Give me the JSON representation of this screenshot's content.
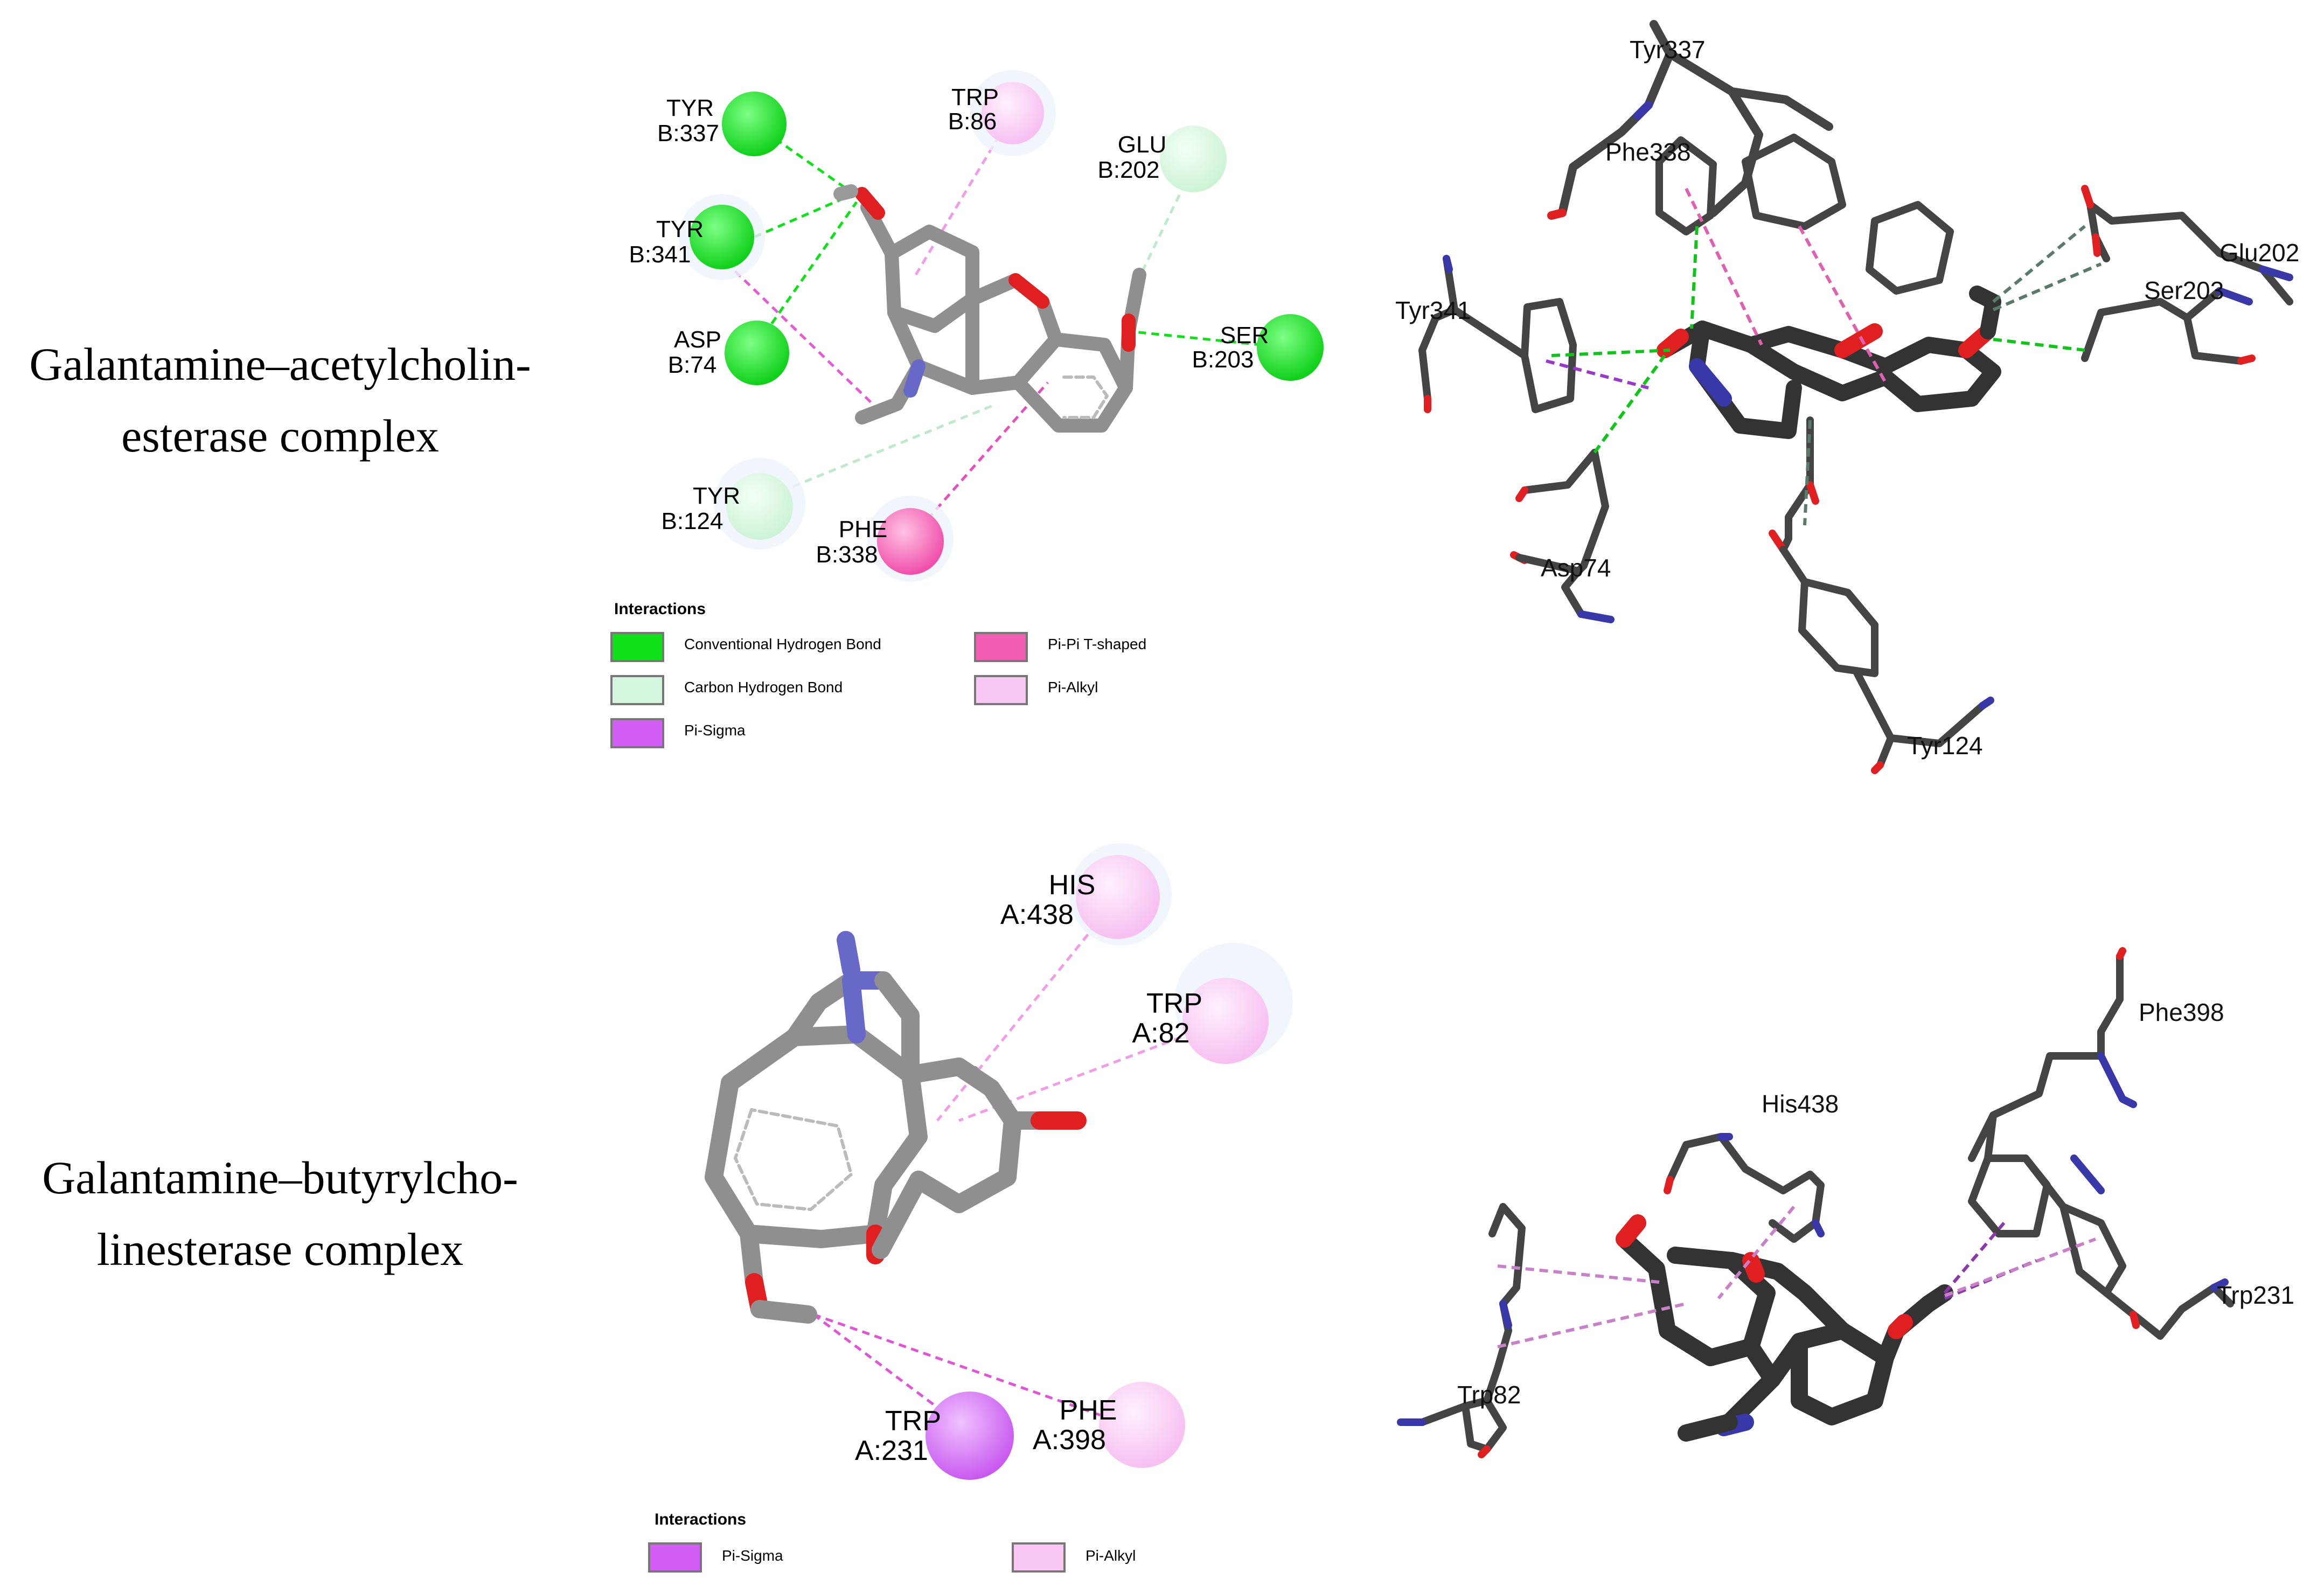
{
  "colors": {
    "conventional_hbond": "#10e01a",
    "carbon_hbond": "#d6f7df",
    "pi_sigma": "#d45df5",
    "pi_pi_tshaped": "#f35db4",
    "pi_alkyl": "#fac8f5",
    "bond_2d": "#8f8f8f",
    "bond_3d": "#444444",
    "oxygen": "#e02020",
    "nitrogen": "#3838a8"
  },
  "panels": {
    "ache": {
      "caption_line1": "Galantamine–acetylcholin-",
      "caption_line2": "esterase complex",
      "residues_2d": [
        {
          "name": "TYR",
          "id": "B:337",
          "type": "conventional_hbond"
        },
        {
          "name": "TRP",
          "id": "B:86",
          "type": "pi_alkyl"
        },
        {
          "name": "GLU",
          "id": "B:202",
          "type": "carbon_hbond"
        },
        {
          "name": "TYR",
          "id": "B:341",
          "type": "conventional_hbond"
        },
        {
          "name": "ASP",
          "id": "B:74",
          "type": "conventional_hbond"
        },
        {
          "name": "SER",
          "id": "B:203",
          "type": "conventional_hbond"
        },
        {
          "name": "TYR",
          "id": "B:124",
          "type": "carbon_hbond"
        },
        {
          "name": "PHE",
          "id": "B:338",
          "type": "pi_pi_tshaped"
        }
      ],
      "legend": {
        "title": "Interactions",
        "items": [
          {
            "label": "Conventional Hydrogen Bond",
            "type": "conventional_hbond"
          },
          {
            "label": "Pi-Pi T-shaped",
            "type": "pi_pi_tshaped"
          },
          {
            "label": "Carbon Hydrogen Bond",
            "type": "carbon_hbond"
          },
          {
            "label": "Pi-Alkyl",
            "type": "pi_alkyl"
          },
          {
            "label": "Pi-Sigma",
            "type": "pi_sigma"
          }
        ]
      },
      "labels_3d": [
        "Tyr337",
        "Phe338",
        "Glu202",
        "Ser203",
        "Tyr341",
        "Asp74",
        "Tyr124"
      ]
    },
    "bche": {
      "caption_line1": "Galantamine–butyrylcho-",
      "caption_line2": "linesterase complex",
      "residues_2d": [
        {
          "name": "HIS",
          "id": "A:438",
          "type": "pi_alkyl"
        },
        {
          "name": "TRP",
          "id": "A:82",
          "type": "pi_alkyl"
        },
        {
          "name": "TRP",
          "id": "A:231",
          "type": "pi_sigma"
        },
        {
          "name": "PHE",
          "id": "A:398",
          "type": "pi_alkyl"
        }
      ],
      "legend": {
        "title": "Interactions",
        "items": [
          {
            "label": "Pi-Sigma",
            "type": "pi_sigma"
          },
          {
            "label": "Pi-Alkyl",
            "type": "pi_alkyl"
          }
        ]
      },
      "labels_3d": [
        "Phe398",
        "His438",
        "Trp231",
        "Trp82"
      ]
    }
  }
}
